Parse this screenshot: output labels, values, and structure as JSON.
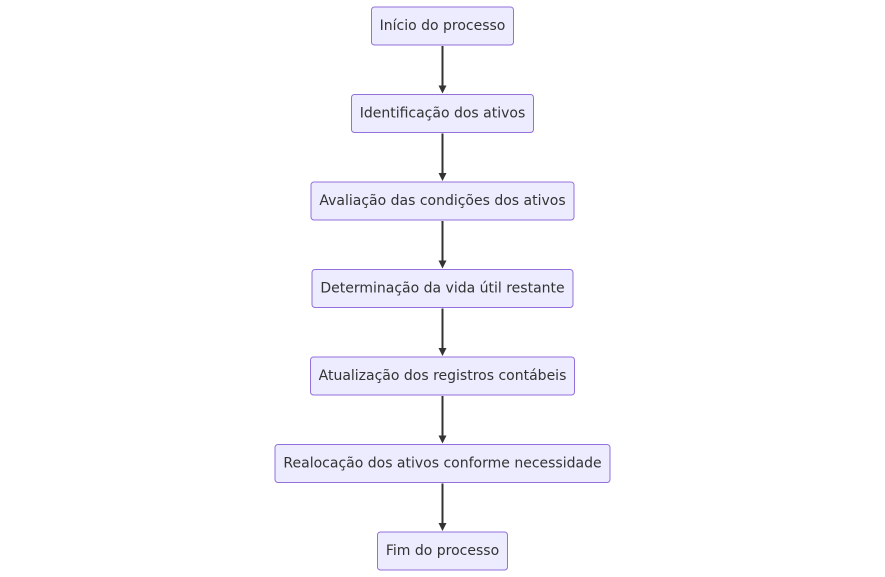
{
  "diagram": {
    "type": "flowchart",
    "direction": "top-to-bottom",
    "colors": {
      "node_fill": "#ececfe",
      "node_border": "#9370db",
      "text": "#333333",
      "edge": "#333333"
    },
    "nodes": [
      {
        "id": "inicio",
        "label": "Início do processo"
      },
      {
        "id": "identificacao",
        "label": "Identificação dos ativos"
      },
      {
        "id": "avaliacao",
        "label": "Avaliação das condições dos ativos"
      },
      {
        "id": "vida_util",
        "label": "Determinação da vida útil restante"
      },
      {
        "id": "registros",
        "label": "Atualização dos registros contábeis"
      },
      {
        "id": "realocacao",
        "label": "Realocação dos ativos conforme necessidade"
      },
      {
        "id": "fim",
        "label": "Fim do processo"
      }
    ],
    "edges": [
      {
        "from": "inicio",
        "to": "identificacao"
      },
      {
        "from": "identificacao",
        "to": "avaliacao"
      },
      {
        "from": "avaliacao",
        "to": "vida_util"
      },
      {
        "from": "vida_util",
        "to": "registros"
      },
      {
        "from": "registros",
        "to": "realocacao"
      },
      {
        "from": "realocacao",
        "to": "fim"
      }
    ]
  }
}
